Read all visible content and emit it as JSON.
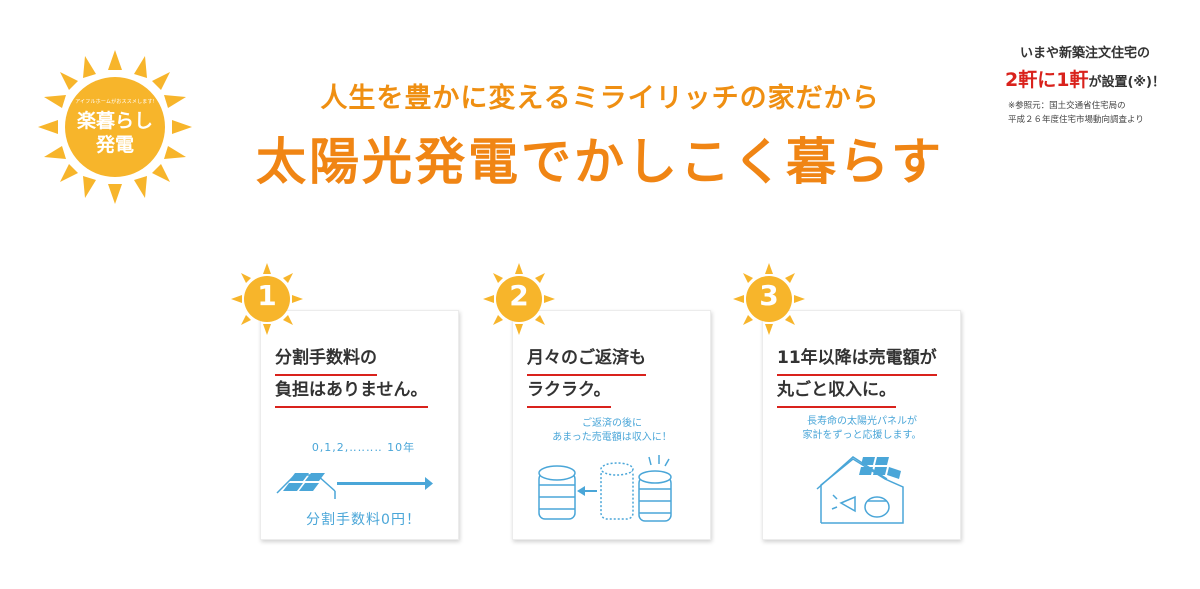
{
  "badge": {
    "small_text": "アイフルホームがおススメします!",
    "line1": "楽暮らし",
    "line2": "発電"
  },
  "header": {
    "subtitle": "人生を豊かに変えるミライリッチの家だから",
    "title": "太陽光発電でかしこく暮らす"
  },
  "stat": {
    "line1": "いまや新築注文住宅の",
    "highlight": "2軒に1軒",
    "suffix": "が設置(※)！",
    "note_line1": "※参照元：国土交通省住宅局の",
    "note_line2": "平成２６年度住宅市場動向調査より"
  },
  "cards": [
    {
      "number": "1",
      "title_line1": "分割手数料の",
      "title_line2": "負担はありません。",
      "caption_top": "0,1,2,‥‥‥‥ 10年",
      "caption_bottom": "分割手数料0円！"
    },
    {
      "number": "2",
      "title_line1": "月々のご返済も",
      "title_line2": "ラクラク。",
      "caption_top_line1": "ご返済の後に",
      "caption_top_line2": "あまった売電額は収入に！"
    },
    {
      "number": "3",
      "title_line1": "11年以降は売電額が",
      "title_line2": "丸ごと収入に。",
      "caption_top_line1": "長寿命の太陽光パネルが",
      "caption_top_line2": "家計をずっと応援します。"
    }
  ],
  "colors": {
    "orange": "#f08514",
    "sun": "#f7b52b",
    "red": "#d9221c",
    "blue": "#4aa6d8"
  }
}
